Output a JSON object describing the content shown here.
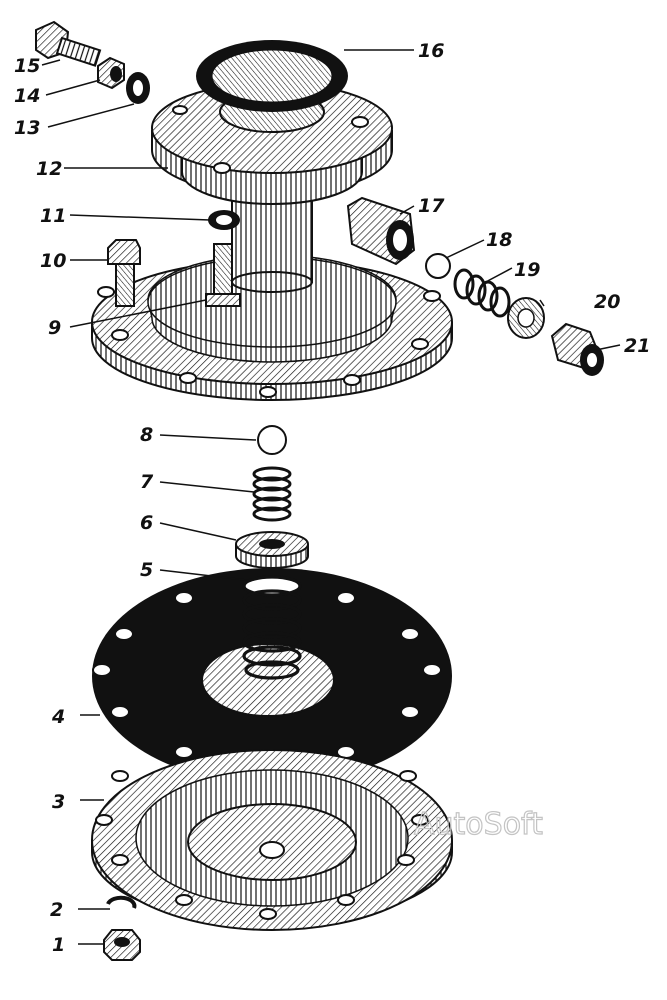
{
  "diagram": {
    "labels": [
      "1",
      "2",
      "3",
      "4",
      "5",
      "6",
      "7",
      "8",
      "9",
      "10",
      "11",
      "12",
      "13",
      "14",
      "15",
      "16",
      "17",
      "18",
      "19",
      "20",
      "21"
    ],
    "watermark": "AutoSoft"
  },
  "colors": {
    "ink": "#111111",
    "paper": "#ffffff",
    "watermark": "#c4c4c4"
  }
}
